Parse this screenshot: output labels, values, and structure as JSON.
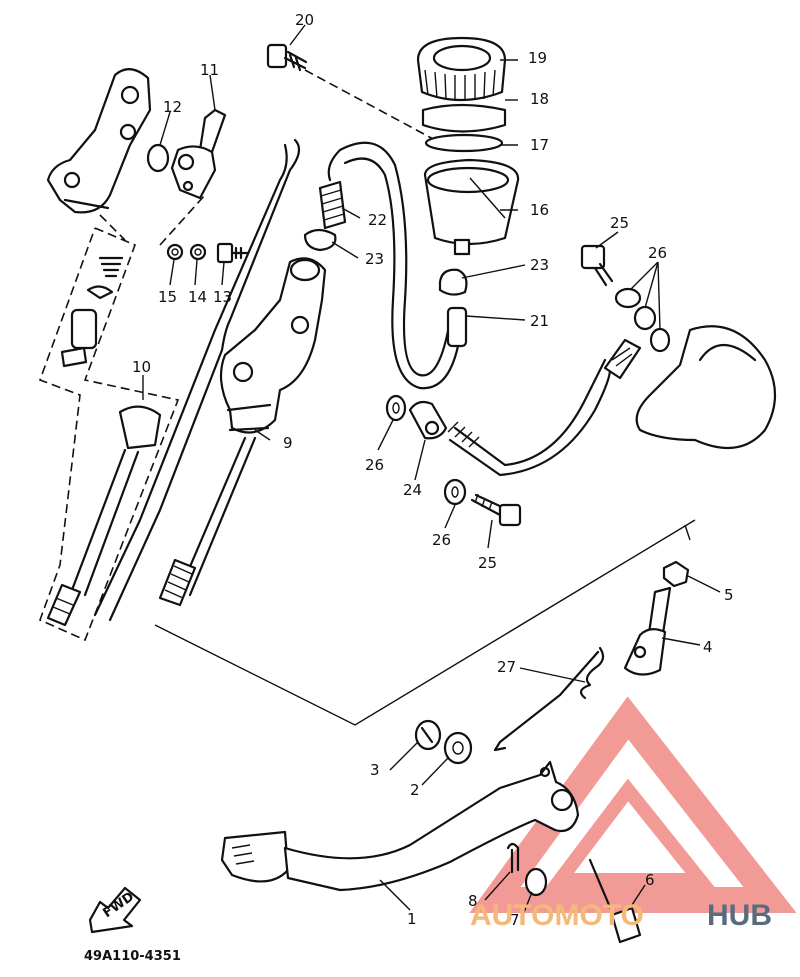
{
  "diagram_code": "49A110-4351",
  "fwd_label": "FWD",
  "callouts": [
    "1",
    "2",
    "3",
    "4",
    "5",
    "6",
    "7",
    "8",
    "9",
    "10",
    "11",
    "12",
    "13",
    "14",
    "15",
    "16",
    "17",
    "18",
    "19",
    "20",
    "21",
    "22",
    "23",
    "23",
    "24",
    "25",
    "25",
    "26",
    "26",
    "26",
    "27"
  ],
  "watermark": {
    "text_part1": "AUTOMOTO",
    "text_part2": "HUB",
    "color_logo": "#f08a84",
    "color_text1": "#f4b879",
    "color_text2": "#5b6b7e"
  },
  "colors": {
    "line": "#111111",
    "background": "#ffffff"
  }
}
